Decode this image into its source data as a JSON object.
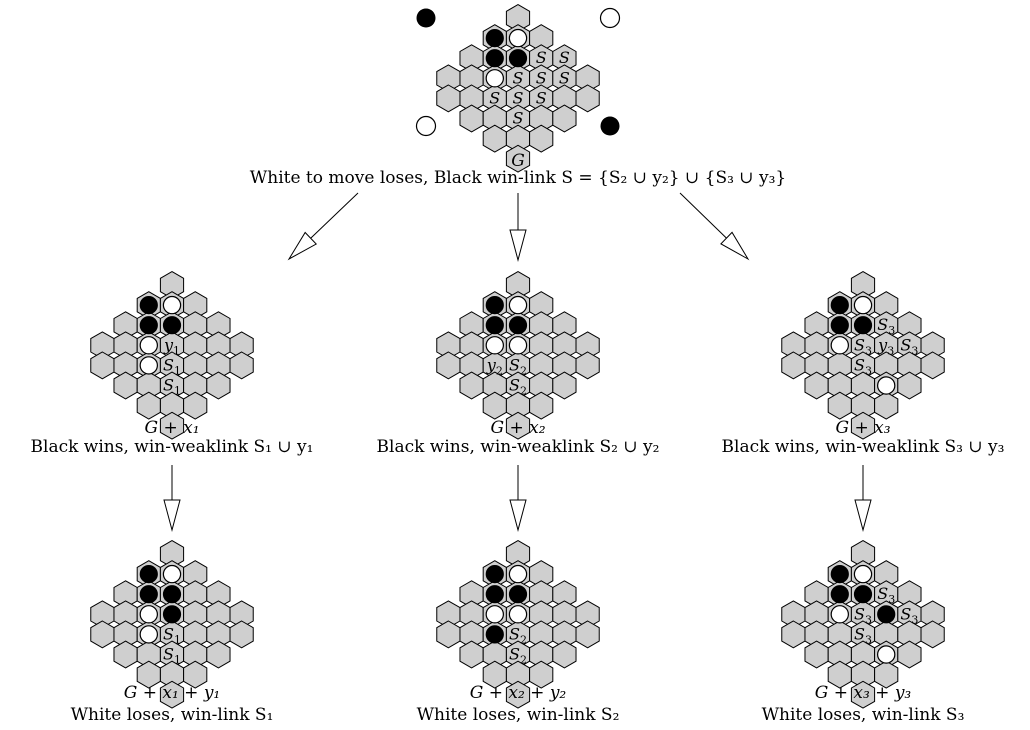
{
  "top": {
    "name": "G",
    "caption": "White to move loses, Black win-link S = {S₂ ∪ y₂} ∪ {S₃ ∪ y₃}"
  },
  "panels": [
    {
      "id": "gx1",
      "name": "G + x₁",
      "caption": "Black wins, win-weaklink S₁ ∪ y₁"
    },
    {
      "id": "gx2",
      "name": "G + x₂",
      "caption": "Black wins, win-weaklink S₂ ∪ y₂"
    },
    {
      "id": "gx3",
      "name": "G + x₃",
      "caption": "Black wins, win-weaklink S₃ ∪ y₃"
    },
    {
      "id": "gx1y1",
      "name": "G + x₁ + y₁",
      "caption": "White loses, win-link S₁"
    },
    {
      "id": "gx2y2",
      "name": "G + x₂ + y₂",
      "caption": "White loses, win-link S₂"
    },
    {
      "id": "gx3y3",
      "name": "G + x₃ + y₃",
      "caption": "White loses, win-link S₃"
    }
  ],
  "boards": {
    "G": {
      "stones": [
        [
          "1,1",
          "white"
        ],
        [
          "1,0",
          "black"
        ],
        [
          "2,1",
          "black"
        ],
        [
          "2,2",
          "black"
        ],
        [
          "3,2",
          "white"
        ]
      ],
      "marks": [
        [
          "2,3",
          "S"
        ],
        [
          "2,4",
          "S"
        ],
        [
          "3,3",
          "S"
        ],
        [
          "3,4",
          "S"
        ],
        [
          "3,5",
          "S"
        ],
        [
          "4,2",
          "S"
        ],
        [
          "4,3",
          "S"
        ],
        [
          "4,4",
          "S"
        ],
        [
          "5,2",
          "S"
        ]
      ],
      "corners": true
    },
    "gx1": {
      "stones": [
        [
          "1,1",
          "white"
        ],
        [
          "1,0",
          "black"
        ],
        [
          "2,1",
          "black"
        ],
        [
          "2,2",
          "black"
        ],
        [
          "3,2",
          "white"
        ],
        [
          "4,2",
          "white"
        ]
      ],
      "marks": [
        [
          "3,3",
          "y1"
        ],
        [
          "4,3",
          "S1"
        ],
        [
          "5,2",
          "S1"
        ]
      ]
    },
    "gx2": {
      "stones": [
        [
          "1,1",
          "white"
        ],
        [
          "1,0",
          "black"
        ],
        [
          "2,1",
          "black"
        ],
        [
          "2,2",
          "black"
        ],
        [
          "3,2",
          "white"
        ],
        [
          "3,3",
          "white"
        ]
      ],
      "marks": [
        [
          "4,2",
          "y2"
        ],
        [
          "4,3",
          "S2"
        ],
        [
          "5,2",
          "S2"
        ]
      ]
    },
    "gx3": {
      "stones": [
        [
          "1,1",
          "white"
        ],
        [
          "1,0",
          "black"
        ],
        [
          "2,1",
          "black"
        ],
        [
          "2,2",
          "black"
        ],
        [
          "3,2",
          "white"
        ],
        [
          "5,3",
          "white"
        ]
      ],
      "marks": [
        [
          "2,3",
          "S3"
        ],
        [
          "3,3",
          "S3"
        ],
        [
          "3,4",
          "y3"
        ],
        [
          "3,5",
          "S3"
        ],
        [
          "4,3",
          "S3"
        ]
      ]
    },
    "gx1y1": {
      "stones": [
        [
          "1,1",
          "white"
        ],
        [
          "1,0",
          "black"
        ],
        [
          "2,1",
          "black"
        ],
        [
          "2,2",
          "black"
        ],
        [
          "3,2",
          "white"
        ],
        [
          "4,2",
          "white"
        ],
        [
          "3,3",
          "black"
        ]
      ],
      "marks": [
        [
          "4,3",
          "S1"
        ],
        [
          "5,2",
          "S1"
        ]
      ]
    },
    "gx2y2": {
      "stones": [
        [
          "1,1",
          "white"
        ],
        [
          "1,0",
          "black"
        ],
        [
          "2,1",
          "black"
        ],
        [
          "2,2",
          "black"
        ],
        [
          "3,2",
          "white"
        ],
        [
          "3,3",
          "white"
        ],
        [
          "4,2",
          "black"
        ]
      ],
      "marks": [
        [
          "4,3",
          "S2"
        ],
        [
          "5,2",
          "S2"
        ]
      ]
    },
    "gx3y3": {
      "stones": [
        [
          "1,1",
          "white"
        ],
        [
          "1,0",
          "black"
        ],
        [
          "2,1",
          "black"
        ],
        [
          "2,2",
          "black"
        ],
        [
          "3,2",
          "white"
        ],
        [
          "5,3",
          "white"
        ],
        [
          "3,4",
          "black"
        ]
      ],
      "marks": [
        [
          "2,3",
          "S3"
        ],
        [
          "3,3",
          "S3"
        ],
        [
          "3,5",
          "S3"
        ],
        [
          "4,3",
          "S3"
        ]
      ]
    }
  }
}
